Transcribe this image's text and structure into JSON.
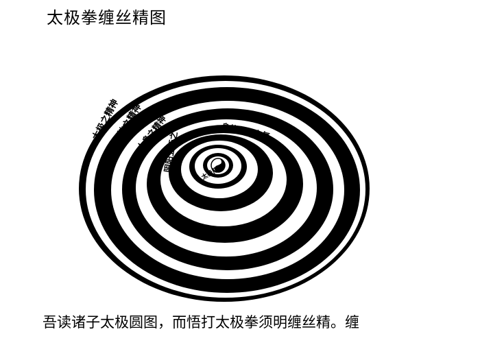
{
  "title": "太极拳缠丝精图",
  "caption": "吾读诸子太极圆图，而悟打太极拳须明缠丝精。缠",
  "ring_labels": {
    "outer": "太极之精神",
    "second": "天地之精神",
    "third": "人身之精神",
    "fourth": "阴阳五行之气",
    "fifth": "身体各部之气",
    "center": "太极阴阳"
  }
}
